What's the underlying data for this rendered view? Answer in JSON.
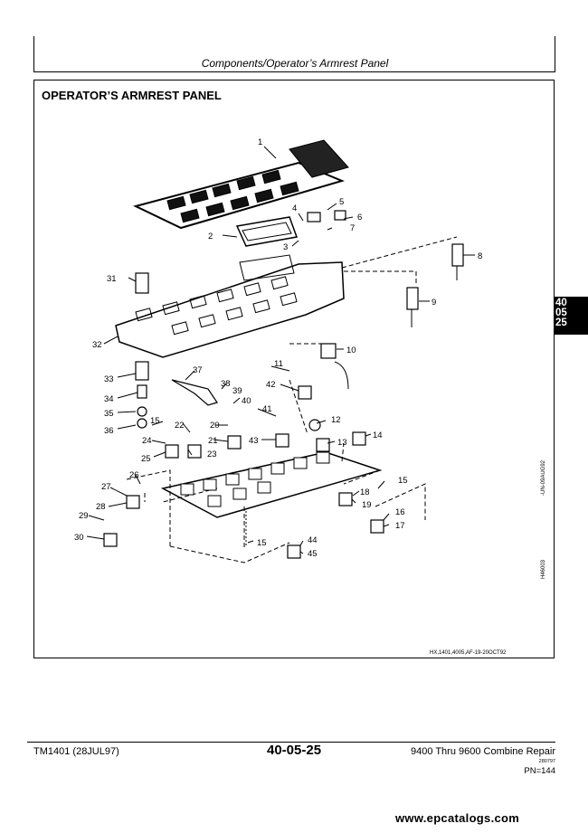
{
  "header": {
    "title": "Components/Operator’s Armrest Panel"
  },
  "section": {
    "title": "OPERATOR’S ARMREST PANEL"
  },
  "figure": {
    "callouts": [
      "1",
      "2",
      "3",
      "4",
      "5",
      "6",
      "7",
      "8",
      "9",
      "10",
      "11",
      "12",
      "13",
      "14",
      "15",
      "15",
      "15",
      "16",
      "17",
      "18",
      "19",
      "20",
      "21",
      "22",
      "23",
      "24",
      "25",
      "26",
      "27",
      "28",
      "29",
      "30",
      "31",
      "32",
      "33",
      "34",
      "35",
      "36",
      "37",
      "38",
      "39",
      "40",
      "41",
      "42",
      "43",
      "44",
      "45"
    ],
    "image_code": "HX,1401,4005,AF-19-20OCT92",
    "side_code": "-UN-09AUG92",
    "side_number": "H46003"
  },
  "tab": {
    "lines": [
      "40",
      "05",
      "25"
    ]
  },
  "footer": {
    "manual": "TM1401 (28JUL97)",
    "page": "40-05-25",
    "title": "9400 Thru 9600 Combine Repair",
    "date_code": "280797",
    "pn": "PN=144"
  },
  "watermark": "www.epcatalogs.com"
}
